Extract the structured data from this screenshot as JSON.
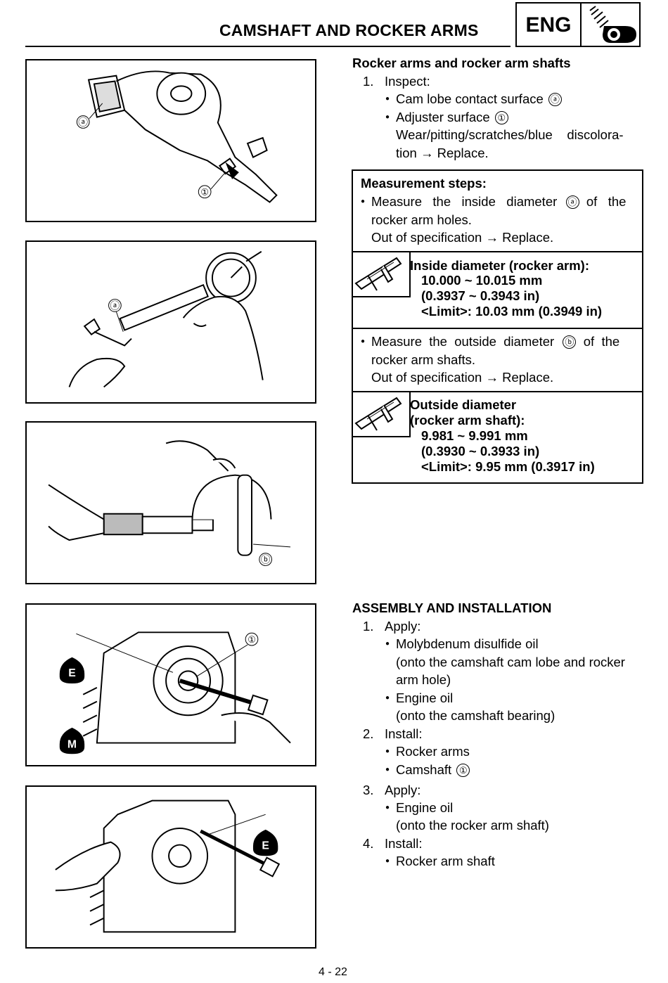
{
  "header": {
    "title": "CAMSHAFT AND ROCKER ARMS",
    "section_badge": "ENG",
    "badge_icon": "engine-wrench-icon"
  },
  "figures": {
    "fig1": {
      "labels": [
        "ⓐ",
        "①"
      ]
    },
    "fig2": {
      "labels": [
        "ⓐ"
      ]
    },
    "fig3": {
      "labels": [
        "ⓑ"
      ]
    },
    "fig4": {
      "labels": [
        "①",
        "E",
        "M"
      ]
    },
    "fig5": {
      "labels": [
        "E"
      ]
    }
  },
  "inspection": {
    "heading": "Rocker arms and rocker arm shafts",
    "step1_num": "1.",
    "step1_label": "Inspect:",
    "item1": "Cam lobe contact surface",
    "item1_mark": "ⓐ",
    "item2": "Adjuster surface",
    "item2_mark": "①",
    "item2_note_line1": "Wear/pitting/scratches/blue    discolora-",
    "item2_note_line2": "tion → Replace."
  },
  "measurement": {
    "title": "Measurement steps:",
    "step1_line1a": "Measure   the   inside   diameter",
    "step1_mark": "ⓐ",
    "step1_line1b": "of   the",
    "step1_line2": "rocker arm holes.",
    "step1_line3": "Out of specification → Replace.",
    "spec1_title": "Inside diameter (rocker arm):",
    "spec1_value": "10.000 ~ 10.015 mm",
    "spec1_value_in": "(0.3937 ~ 0.3943 in)",
    "spec1_limit": "<Limit>: 10.03 mm (0.3949 in)",
    "step2_line1a": "Measure  the  outside  diameter",
    "step2_mark": "ⓑ",
    "step2_line1b": "of  the",
    "step2_line2": "rocker arm shafts.",
    "step2_line3": "Out of specification → Replace.",
    "spec2_title1": "Outside diameter",
    "spec2_title2": "(rocker arm shaft):",
    "spec2_value": "9.981 ~ 9.991 mm",
    "spec2_value_in": "(0.3930 ~ 0.3933 in)",
    "spec2_limit": "<Limit>: 9.95 mm (0.3917 in)",
    "spec_icon": "caliper-icon"
  },
  "assembly": {
    "heading": "ASSEMBLY AND INSTALLATION",
    "s1_num": "1.",
    "s1_label": "Apply:",
    "s1_item1": "Molybdenum disulfide oil",
    "s1_item1_note1": "(onto the camshaft cam lobe and rocker",
    "s1_item1_note2": "arm hole)",
    "s1_item2": "Engine oil",
    "s1_item2_note": "(onto the camshaft bearing)",
    "s2_num": "2.",
    "s2_label": "Install:",
    "s2_item1": "Rocker arms",
    "s2_item2": "Camshaft",
    "s2_item2_mark": "①",
    "s3_num": "3.",
    "s3_label": "Apply:",
    "s3_item1": "Engine oil",
    "s3_item1_note": "(onto the rocker arm shaft)",
    "s4_num": "4.",
    "s4_label": "Install:",
    "s4_item1": "Rocker arm shaft"
  },
  "footer": {
    "page_number": "4 - 22"
  }
}
